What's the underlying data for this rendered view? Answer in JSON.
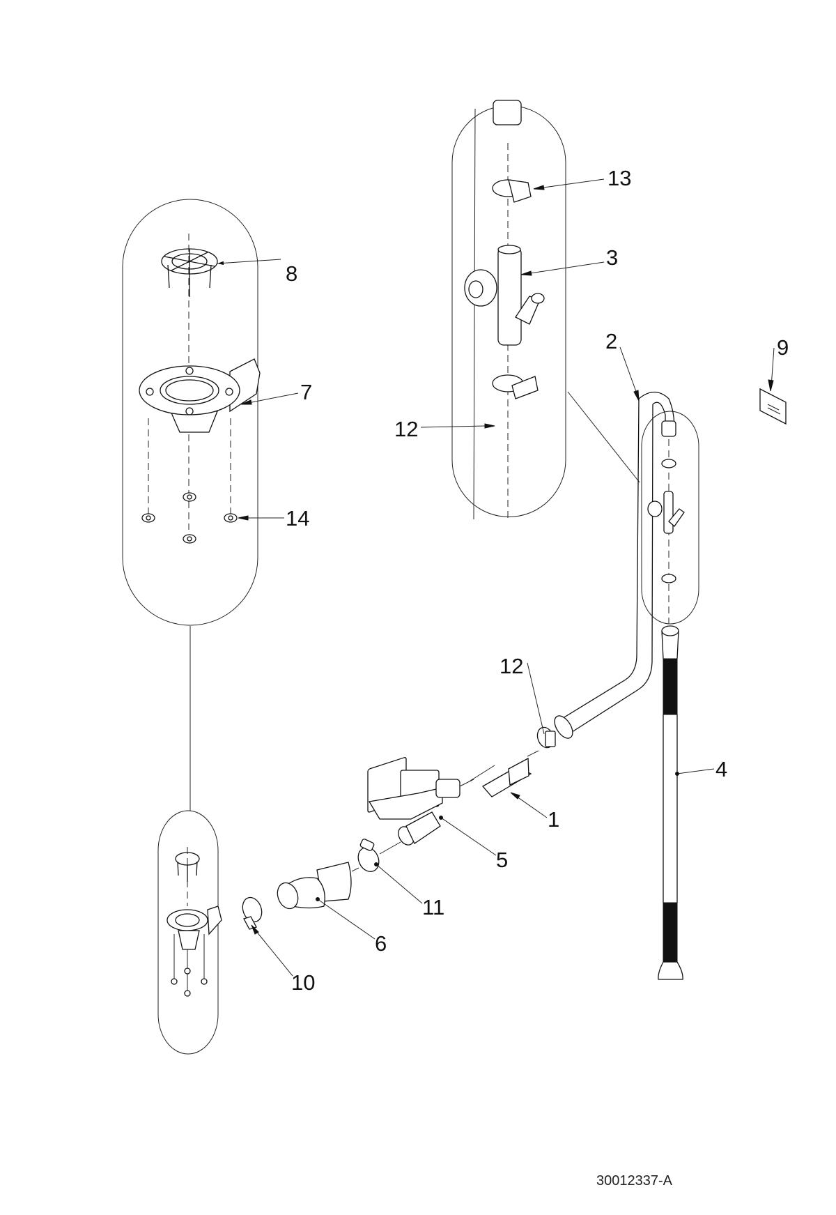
{
  "drawing": {
    "title": "Exploded parts diagram - drain assembly",
    "document_number": "30012337-A",
    "callouts": [
      {
        "id": "1",
        "label": "1",
        "part": "bracket"
      },
      {
        "id": "2",
        "label": "2",
        "part": "drain-tube-bent"
      },
      {
        "id": "3",
        "label": "3",
        "part": "tee-fitting-with-nut"
      },
      {
        "id": "4",
        "label": "4",
        "part": "drain-hose"
      },
      {
        "id": "5",
        "label": "5",
        "part": "solenoid-valve"
      },
      {
        "id": "6",
        "label": "6",
        "part": "elbow-fitting"
      },
      {
        "id": "7",
        "label": "7",
        "part": "drain-body-flange"
      },
      {
        "id": "8",
        "label": "8",
        "part": "strainer-grid"
      },
      {
        "id": "9",
        "label": "9",
        "part": "label-tag"
      },
      {
        "id": "10",
        "label": "10",
        "part": "hose-clamp-small"
      },
      {
        "id": "11",
        "label": "11",
        "part": "hose-clamp"
      },
      {
        "id": "12a",
        "label": "12",
        "part": "hose-clamp-detail"
      },
      {
        "id": "12b",
        "label": "12",
        "part": "hose-clamp-main"
      },
      {
        "id": "13",
        "label": "13",
        "part": "hose-clamp-top"
      },
      {
        "id": "14",
        "label": "14",
        "part": "nut"
      }
    ]
  }
}
